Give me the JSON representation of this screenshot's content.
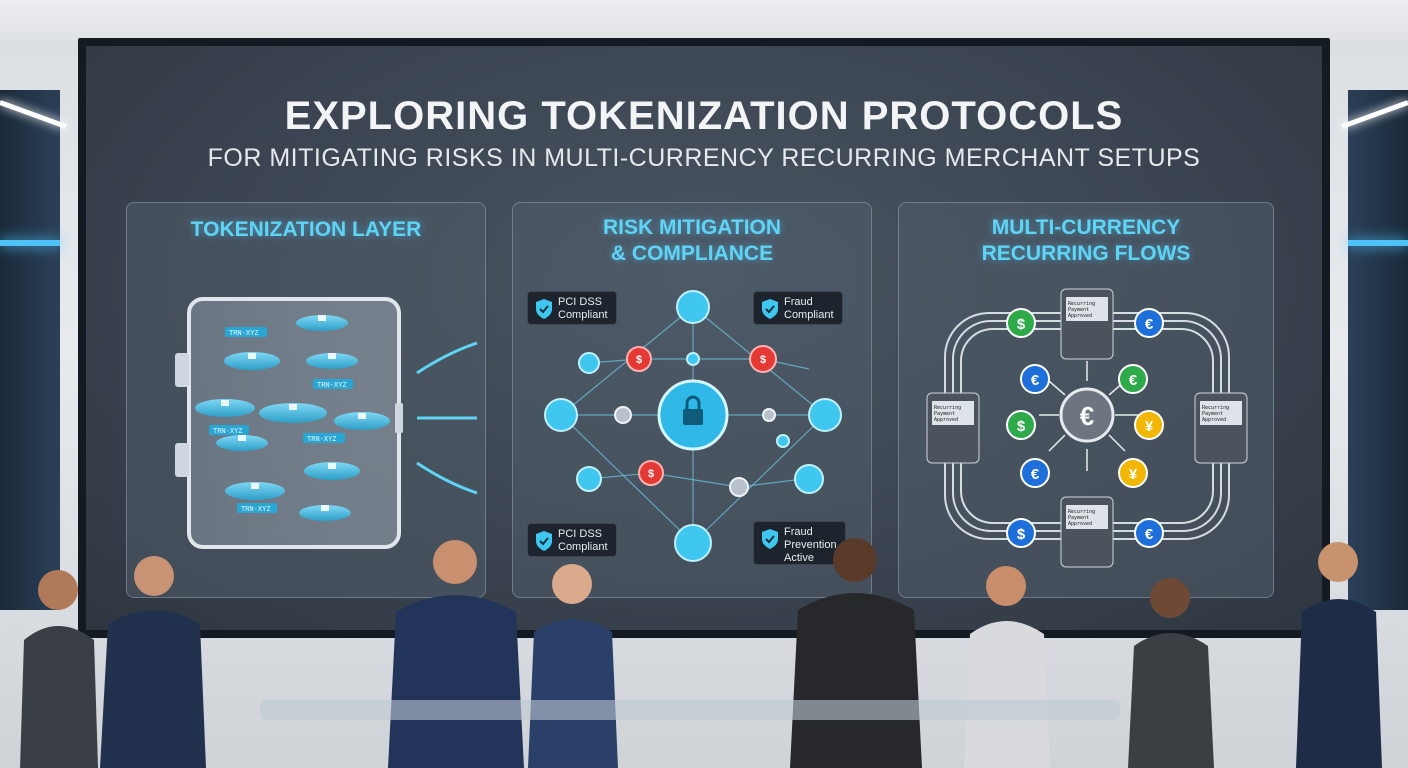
{
  "screen": {
    "title": "EXPLORING TOKENIZATION PROTOCOLS",
    "subtitle": "FOR MITIGATING RISKS IN MULTI-CURRENCY RECURRING MERCHANT SETUPS"
  },
  "panels": [
    {
      "title": "TOKENIZATION LAYER",
      "token_label": "TRN-XYZ"
    },
    {
      "title_line1": "RISK MITIGATION",
      "title_line2": "& COMPLIANCE",
      "badges": {
        "top_left": {
          "line1": "PCI DSS",
          "line2": "Compliant"
        },
        "top_right": {
          "line1": "Fraud",
          "line2": "Compliant"
        },
        "bottom_left": {
          "line1": "PCI DSS",
          "line2": "Compliant"
        },
        "bottom_right": {
          "line1": "Fraud",
          "line2": "Prevention",
          "line3": "Active"
        }
      }
    },
    {
      "title_line1": "MULTI-CURRENCY",
      "title_line2": "RECURRING FLOWS",
      "terminal_text": {
        "line1": "Recurring",
        "line2": "Payment",
        "line3": "Approved"
      },
      "currency_symbols": {
        "dollar": "$",
        "euro": "€",
        "yen": "¥"
      }
    }
  ],
  "colors": {
    "accent": "#5fd4f5",
    "risk_red": "#e53935",
    "dollar_green": "#2eaa4a",
    "euro_blue": "#1e6fd9",
    "yen_gold": "#f2b705"
  }
}
